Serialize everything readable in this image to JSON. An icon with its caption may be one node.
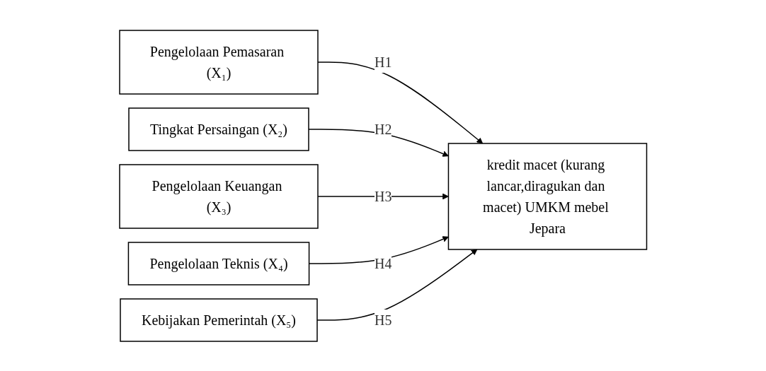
{
  "diagram": {
    "nodes": [
      {
        "text": [
          "Pengelolaan Pemasaran (X₁)"
        ]
      },
      {
        "text": [
          "Tingkat Persaingan (X₂)"
        ]
      },
      {
        "text": [
          "Pengelolaan Keuangan (X₃)"
        ]
      },
      {
        "text": [
          "Pengelolaan Teknis (X₄)"
        ]
      },
      {
        "text": [
          "Kebijakan Pemerintah (X₅)"
        ]
      },
      {
        "text": [
          "kredit macet (kurang lancar,diragukan dan macet) UMKM mebel Jepara"
        ]
      }
    ],
    "edges": [
      {
        "from": 0,
        "to": 5,
        "arrow": "to",
        "label": "H1"
      },
      {
        "from": 1,
        "to": 5,
        "arrow": "to",
        "label": "H2"
      },
      {
        "from": 2,
        "to": 5,
        "arrow": "to",
        "label": "H3"
      },
      {
        "from": 3,
        "to": 5,
        "arrow": "to",
        "label": "H4"
      },
      {
        "from": 4,
        "to": 5,
        "arrow": "to",
        "label": "H5"
      }
    ]
  }
}
